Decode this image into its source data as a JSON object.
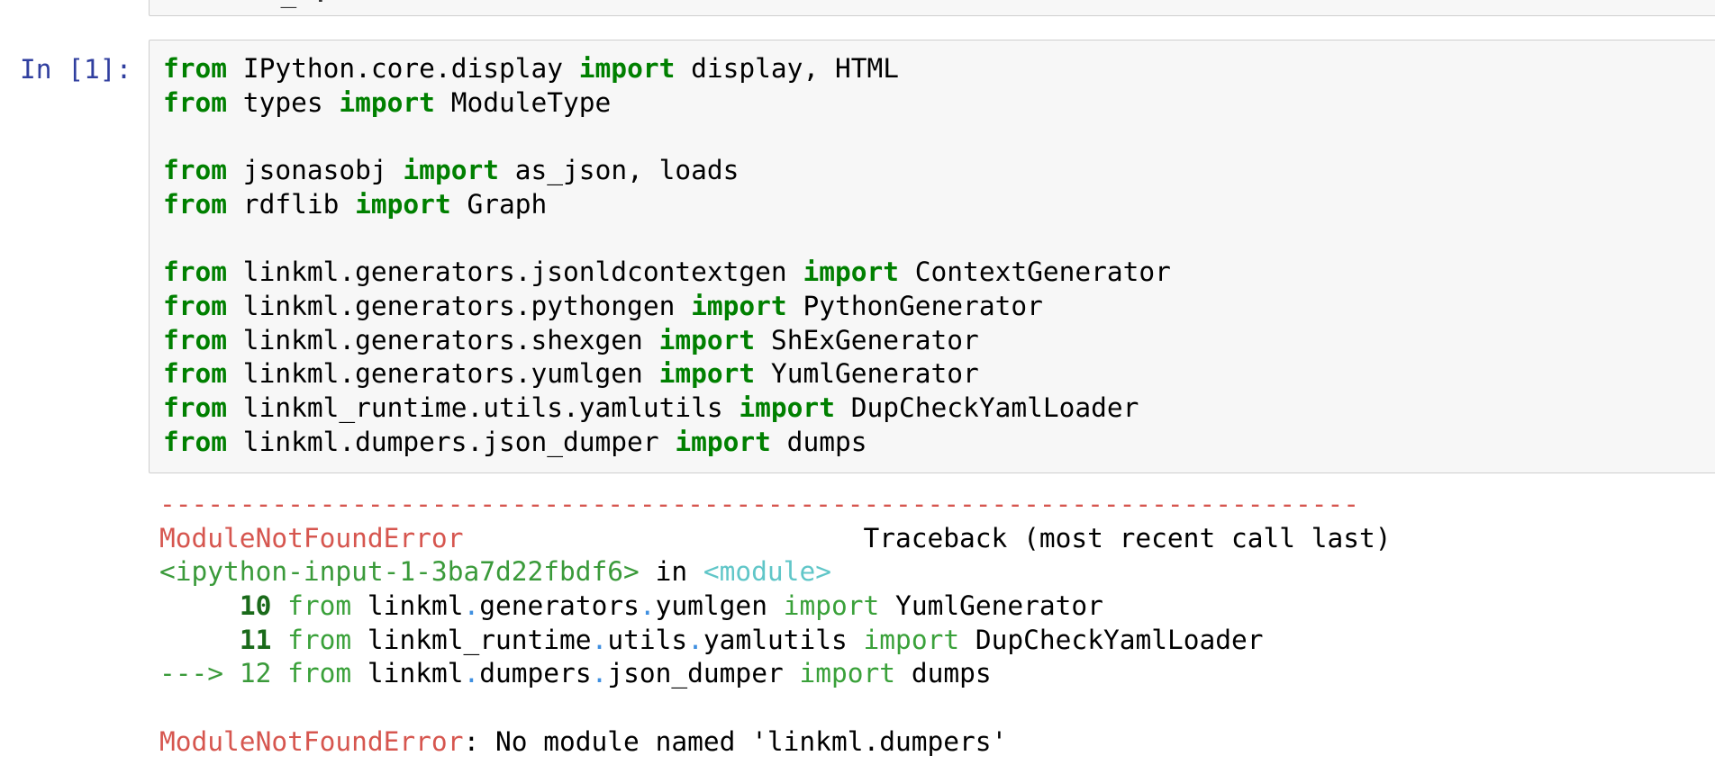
{
  "prev_cell": {
    "tail_text": "  _ .      "
  },
  "prompt": "In [1]:",
  "code_lines": [
    [
      {
        "t": "from",
        "k": true
      },
      {
        "t": " IPython.core.display "
      },
      {
        "t": "import",
        "k": true
      },
      {
        "t": " display, HTML"
      }
    ],
    [
      {
        "t": "from",
        "k": true
      },
      {
        "t": " types "
      },
      {
        "t": "import",
        "k": true
      },
      {
        "t": " ModuleType"
      }
    ],
    [],
    [
      {
        "t": "from",
        "k": true
      },
      {
        "t": " jsonasobj "
      },
      {
        "t": "import",
        "k": true
      },
      {
        "t": " as_json, loads"
      }
    ],
    [
      {
        "t": "from",
        "k": true
      },
      {
        "t": " rdflib "
      },
      {
        "t": "import",
        "k": true
      },
      {
        "t": " Graph"
      }
    ],
    [],
    [
      {
        "t": "from",
        "k": true
      },
      {
        "t": " linkml.generators.jsonldcontextgen "
      },
      {
        "t": "import",
        "k": true
      },
      {
        "t": " ContextGenerator"
      }
    ],
    [
      {
        "t": "from",
        "k": true
      },
      {
        "t": " linkml.generators.pythongen "
      },
      {
        "t": "import",
        "k": true
      },
      {
        "t": " PythonGenerator"
      }
    ],
    [
      {
        "t": "from",
        "k": true
      },
      {
        "t": " linkml.generators.shexgen "
      },
      {
        "t": "import",
        "k": true
      },
      {
        "t": " ShExGenerator"
      }
    ],
    [
      {
        "t": "from",
        "k": true
      },
      {
        "t": " linkml.generators.yumlgen "
      },
      {
        "t": "import",
        "k": true
      },
      {
        "t": " YumlGenerator"
      }
    ],
    [
      {
        "t": "from",
        "k": true
      },
      {
        "t": " linkml_runtime.utils.yamlutils "
      },
      {
        "t": "import",
        "k": true
      },
      {
        "t": " DupCheckYamlLoader"
      }
    ],
    [
      {
        "t": "from",
        "k": true
      },
      {
        "t": " linkml.dumpers.json_dumper "
      },
      {
        "t": "import",
        "k": true
      },
      {
        "t": " dumps"
      }
    ]
  ],
  "traceback": {
    "dashes": "---------------------------------------------------------------------------",
    "error_name": "ModuleNotFoundError",
    "header_gap": "                         ",
    "header_right": "Traceback (most recent call last)",
    "input_ref": "<ipython-input-1-3ba7d22fbdf6>",
    "in_word": " in ",
    "module_ref": "<module>",
    "frames": [
      {
        "arrow": "     ",
        "lineno": "10",
        "current": false,
        "parts": [
          {
            "t": " "
          },
          {
            "t": "from",
            "c": "kw"
          },
          {
            "t": " linkml"
          },
          {
            "t": ".",
            "c": "dot"
          },
          {
            "t": "generators"
          },
          {
            "t": ".",
            "c": "dot"
          },
          {
            "t": "yumlgen "
          },
          {
            "t": "import",
            "c": "kw"
          },
          {
            "t": " YumlGenerator"
          }
        ]
      },
      {
        "arrow": "     ",
        "lineno": "11",
        "current": false,
        "parts": [
          {
            "t": " "
          },
          {
            "t": "from",
            "c": "kw"
          },
          {
            "t": " linkml_runtime"
          },
          {
            "t": ".",
            "c": "dot"
          },
          {
            "t": "utils"
          },
          {
            "t": ".",
            "c": "dot"
          },
          {
            "t": "yamlutils "
          },
          {
            "t": "import",
            "c": "kw"
          },
          {
            "t": " DupCheckYamlLoader"
          }
        ]
      },
      {
        "arrow": "---> ",
        "lineno": "12",
        "current": true,
        "parts": [
          {
            "t": " "
          },
          {
            "t": "from",
            "c": "kw"
          },
          {
            "t": " linkml"
          },
          {
            "t": ".",
            "c": "dot"
          },
          {
            "t": "dumpers"
          },
          {
            "t": ".",
            "c": "dot"
          },
          {
            "t": "json_dumper "
          },
          {
            "t": "import",
            "c": "kw"
          },
          {
            "t": " dumps"
          }
        ]
      }
    ],
    "final_error_name": "ModuleNotFoundError",
    "final_message": ": No module named 'linkml.dumpers'"
  },
  "colors": {
    "keyword": "#008000",
    "prompt": "#303f9f",
    "error": "#d6564f",
    "traceback_green": "#3a9a3a",
    "traceback_cyan": "#60c6c8",
    "cell_background": "#f7f7f7"
  }
}
